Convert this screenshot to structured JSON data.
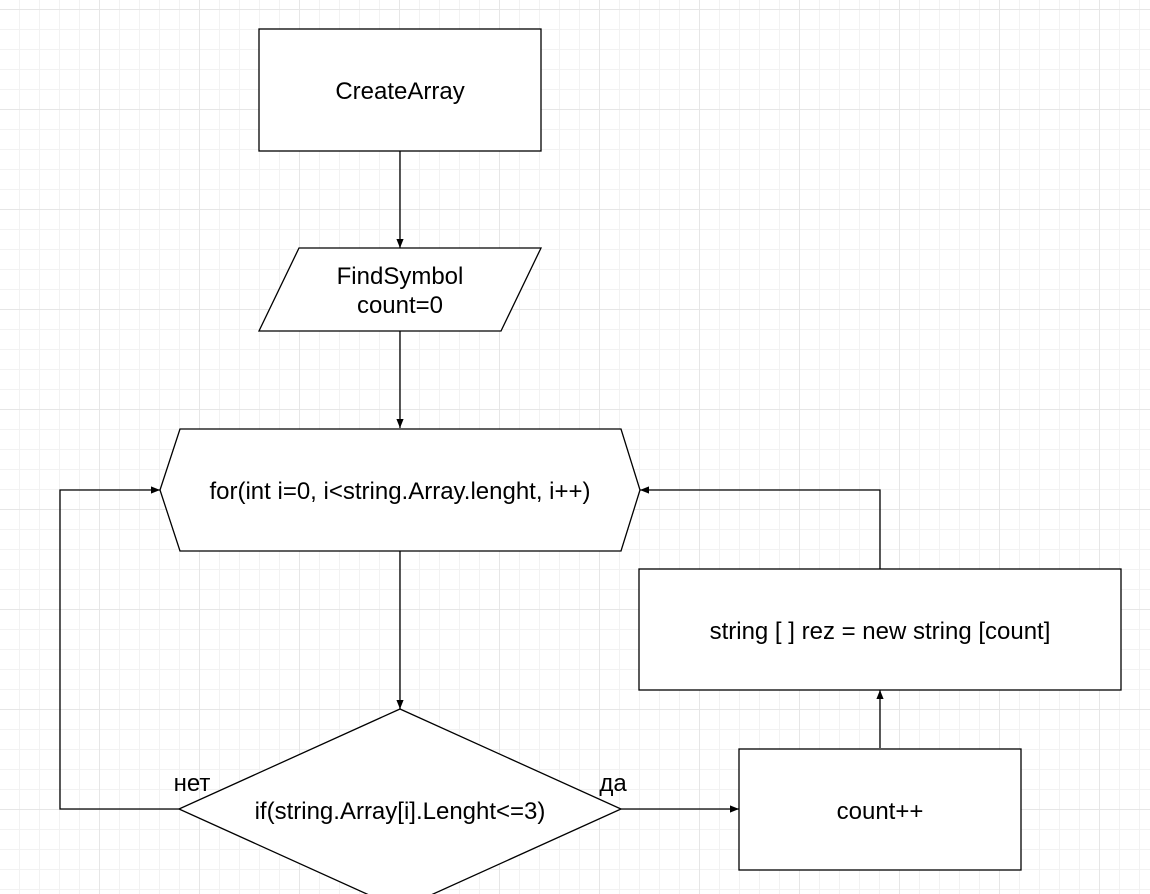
{
  "nodes": {
    "create_array": {
      "label": "CreateArray"
    },
    "find_symbol": {
      "line1": "FindSymbol",
      "line2": "count=0"
    },
    "for_loop": {
      "label": "for(int i=0, i<string.Array.lenght, i++)"
    },
    "if_condition": {
      "label": "if(string.Array[i].Lenght<=3)"
    },
    "count_increment": {
      "label": "count++"
    },
    "rez_array": {
      "label": "string [ ] rez = new string [count]"
    }
  },
  "edges": {
    "no_label": "нет",
    "yes_label": "да"
  }
}
